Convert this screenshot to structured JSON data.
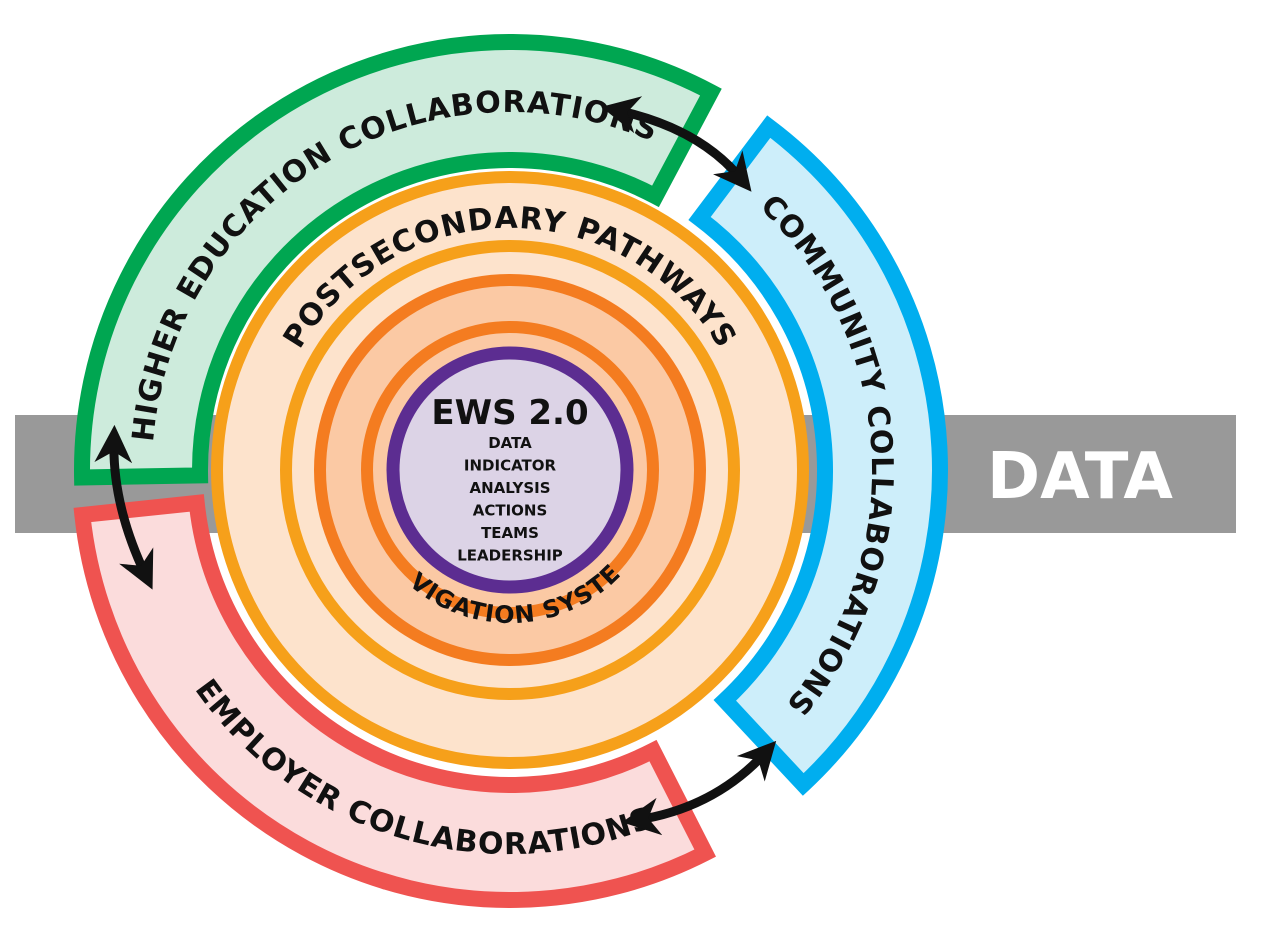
{
  "data_bar": {
    "label": "DATA"
  },
  "outer_arcs": {
    "higher_ed": {
      "label": "HIGHER EDUCATION COLLABORATIONS"
    },
    "community": {
      "label": "COMMUNITY COLLABORATIONS"
    },
    "employer": {
      "label": "EMPLOYER COLLABORATIONS"
    }
  },
  "rings": {
    "pathways": {
      "label": "POSTSECONDARY PATHWAYS"
    },
    "navigation": {
      "label": "NAVIGATION SYSTEM"
    }
  },
  "core": {
    "title": "EWS 2.0",
    "items": [
      "DATA",
      "INDICATOR",
      "ANALYSIS",
      "ACTIONS",
      "TEAMS",
      "LEADERSHIP"
    ]
  },
  "colors": {
    "data_bar": "#999999",
    "higher_ed_fill": "#cdebdc",
    "higher_ed_stroke": "#00a651",
    "community_fill": "#cdeefa",
    "community_stroke": "#00aeef",
    "employer_fill": "#fbdcdc",
    "employer_stroke": "#ef5350",
    "pathways_fill": "#fde3cc",
    "pathways_stroke": "#f6a01a",
    "navigation_fill": "#fbc9a4",
    "navigation_stroke": "#f47c20",
    "core_fill": "#dcd3e6",
    "core_stroke": "#5c2d91",
    "arrow": "#111111"
  }
}
